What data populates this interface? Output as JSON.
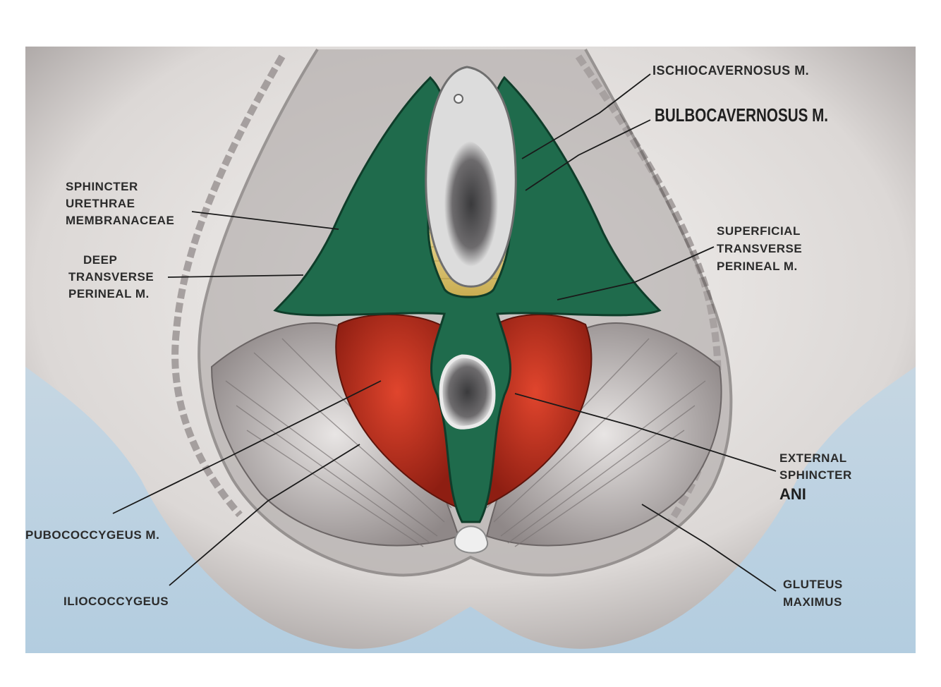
{
  "labels": {
    "ischiocavernosus": "ISCHIOCAVERNOSUS M.",
    "bulbocavernosus": "BULBOCAVERNOSUS M.",
    "sphincter_urethrae": [
      "SPHINCTER",
      "URETHRAE",
      "MEMBRANACEAE"
    ],
    "deep_transverse": [
      "DEEP",
      "TRANSVERSE",
      "PERINEAL  M."
    ],
    "superficial_transverse": [
      "SUPERFICIAL",
      "TRANSVERSE",
      "PERINEAL  M."
    ],
    "external_sphincter": [
      "EXTERNAL",
      "SPHINCTER",
      "ANI"
    ],
    "pubococcygeus": "PUBOCOCCYGEUS  M.",
    "iliococcygeus": "ILIOCOCCYGEUS",
    "gluteus": [
      "GLUTEUS",
      "MAXIMUS"
    ]
  },
  "colors": {
    "background_blue": "#bcd3e3",
    "skin": "#e4e1df",
    "green_muscle": "#1f6b4c",
    "yellow_muscle": "#e3cf7a",
    "red_muscle": "#c0301f",
    "gray_muscle": "#b7b2b2"
  }
}
